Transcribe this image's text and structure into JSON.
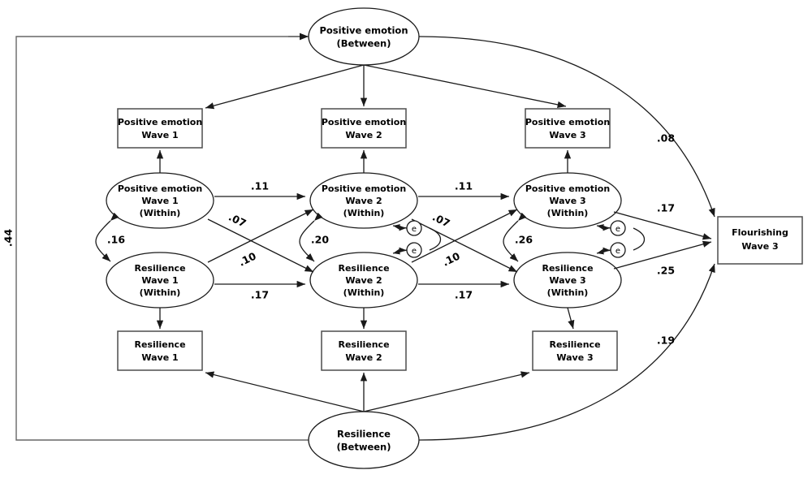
{
  "diagram": {
    "title": "Random intercept cross-lagged panel model",
    "type": "path-diagram",
    "colors": {
      "stroke": "#1a1a1a",
      "box_stroke": "#4d4d4d",
      "background": "#ffffff"
    }
  },
  "between_factors": {
    "positive_emotion": {
      "line1": "Positive emotion",
      "line2": "(Between)"
    },
    "resilience": {
      "line1": "Resilience",
      "line2": "(Between)"
    }
  },
  "observed": {
    "positive_emotion": [
      {
        "line1": "Positive emotion",
        "line2": "Wave 1"
      },
      {
        "line1": "Positive emotion",
        "line2": "Wave 2"
      },
      {
        "line1": "Positive emotion",
        "line2": "Wave 3"
      }
    ],
    "resilience": [
      {
        "line1": "Resilience",
        "line2": "Wave 1"
      },
      {
        "line1": "Resilience",
        "line2": "Wave 2"
      },
      {
        "line1": "Resilience",
        "line2": "Wave 3"
      }
    ],
    "outcome": {
      "line1": "Flourishing",
      "line2": "Wave 3"
    }
  },
  "within_factors": {
    "positive_emotion": [
      {
        "line1": "Positive emotion",
        "line2": "Wave 1",
        "line3": "(Within)"
      },
      {
        "line1": "Positive emotion",
        "line2": "Wave 2",
        "line3": "(Within)"
      },
      {
        "line1": "Positive emotion",
        "line2": "Wave 3",
        "line3": "(Within)"
      }
    ],
    "resilience": [
      {
        "line1": "Resilience",
        "line2": "Wave 1",
        "line3": "(Within)"
      },
      {
        "line1": "Resilience",
        "line2": "Wave 2",
        "line3": "(Within)"
      },
      {
        "line1": "Resilience",
        "line2": "Wave 3",
        "line3": "(Within)"
      }
    ]
  },
  "error_terms": {
    "label": "e",
    "count": 4
  },
  "coefficients": {
    "between_covariance": ".44",
    "within_correlation_w1": ".16",
    "within_correlation_w2": ".20",
    "within_correlation_w3": ".26",
    "autoregressive_pe_w1_w2": ".11",
    "autoregressive_pe_w2_w3": ".11",
    "autoregressive_res_w1_w2": ".17",
    "autoregressive_res_w2_w3": ".17",
    "cross_pe_to_res_w1_w2": ".07",
    "cross_pe_to_res_w2_w3": ".07",
    "cross_res_to_pe_w1_w2": ".10",
    "cross_res_to_pe_w2_w3": ".10",
    "pe_between_to_flourishing": ".08",
    "pe_within_w3_to_flourishing": ".17",
    "res_within_w3_to_flourishing": ".25",
    "res_between_to_flourishing": ".19"
  }
}
